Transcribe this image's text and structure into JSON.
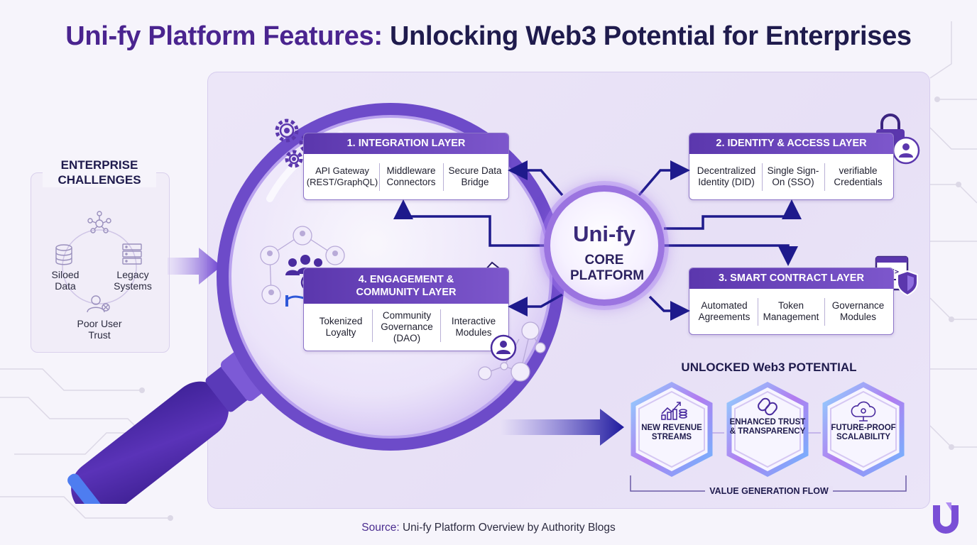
{
  "title": {
    "part1": "Uni-fy Platform Features:",
    "part2": "Unlocking Web3 Potential for Enterprises"
  },
  "challenges": {
    "title": "ENTERPRISE CHALLENGES",
    "items": [
      "Siloed Data",
      "Legacy Systems",
      "Poor User Trust"
    ]
  },
  "core": {
    "name": "Uni-fy",
    "subtitle": "CORE PLATFORM"
  },
  "layers": {
    "integration": {
      "title": "1. INTEGRATION LAYER",
      "items": [
        "API Gateway (REST/GraphQL)",
        "Middleware Connectors",
        "Secure Data Bridge"
      ]
    },
    "identity": {
      "title": "2. IDENTITY & ACCESS LAYER",
      "items": [
        "Decentralized Identity (DID)",
        "Single Sign-On (SSO)",
        "verifiable Credentials"
      ]
    },
    "smart_contract": {
      "title": "3. SMART CONTRACT LAYER",
      "items": [
        "Automated Agreements",
        "Token Management",
        "Governance Modules"
      ]
    },
    "engagement": {
      "title": "4. ENGAGEMENT & COMMUNITY LAYER",
      "items": [
        "Tokenized Loyalty",
        "Community Governance (DAO)",
        "Interactive Modules"
      ]
    }
  },
  "potential": {
    "title": "UNLOCKED Web3 POTENTIAL",
    "items": [
      "NEW REVENUE STREAMS",
      "ENHANCED TRUST & TRANSPARENCY",
      "FUTURE-PROOF SCALABILITY"
    ],
    "flow_label": "VALUE GENERATION FLOW"
  },
  "source": {
    "prefix": "Source:",
    "text": "Uni-fy Platform Overview by Authority Blogs"
  },
  "colors": {
    "brand_purple": "#5b37ad",
    "accent_violet": "#9b74e0",
    "navy_arrow": "#1e1a8c",
    "panel_bg": "#ece6f8"
  },
  "icons": [
    "gears-icon",
    "padlock-icon",
    "user-icon",
    "code-window-icon",
    "shield-icon",
    "community-icon",
    "ballot-box-icon",
    "database-icon",
    "server-icon",
    "network-icon",
    "growth-chart-icon",
    "handshake-link-icon",
    "cloud-icon",
    "logo-icon",
    "magnifier-icon"
  ]
}
